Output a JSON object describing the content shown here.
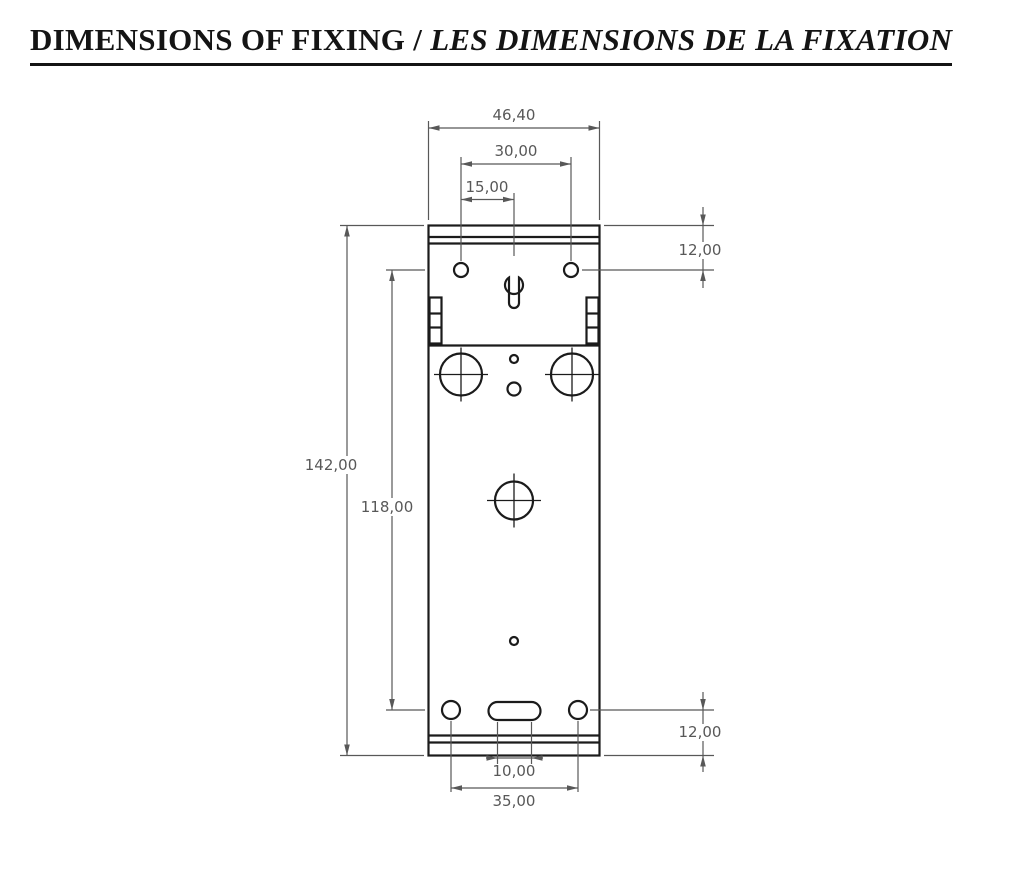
{
  "title": {
    "english": "DIMENSIONS OF FIXING",
    "separator": " / ",
    "french": "LES DIMENSIONS DE LA FIXATION"
  },
  "dimensions": {
    "overall_width": "46,40",
    "top_hole_spacing": "30,00",
    "keyhole_to_hole": "15,00",
    "top_edge_to_hole": "12,00",
    "overall_height": "142,00",
    "vertical_hole_spacing": "118,00",
    "bottom_hole_to_edge": "12,00",
    "slot_width": "10,00",
    "bottom_hole_spacing": "35,00"
  }
}
